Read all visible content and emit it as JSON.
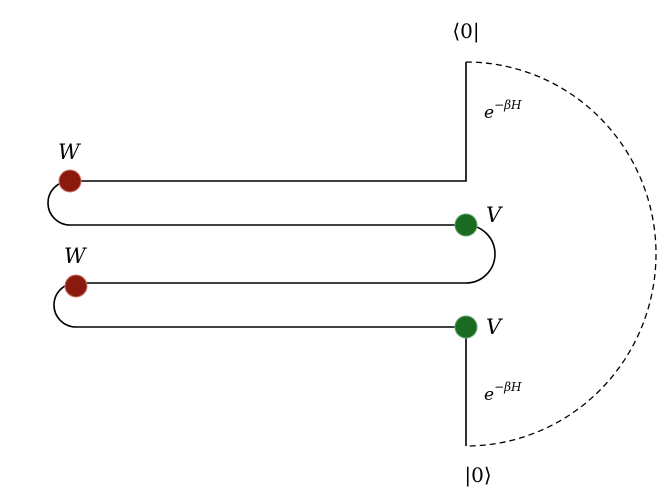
{
  "states": {
    "bra": "⟨0|",
    "ket": "|0⟩"
  },
  "euclidean": {
    "upper": {
      "base": "e",
      "exponent": "−βH"
    },
    "lower": {
      "base": "e",
      "exponent": "−βH"
    }
  },
  "operators": {
    "w1": "W",
    "w2": "W",
    "v1": "V",
    "v2": "V"
  },
  "colors": {
    "w_insertion": "#8b1a0e",
    "v_insertion": "#1a6b22",
    "contour": "#000000"
  }
}
